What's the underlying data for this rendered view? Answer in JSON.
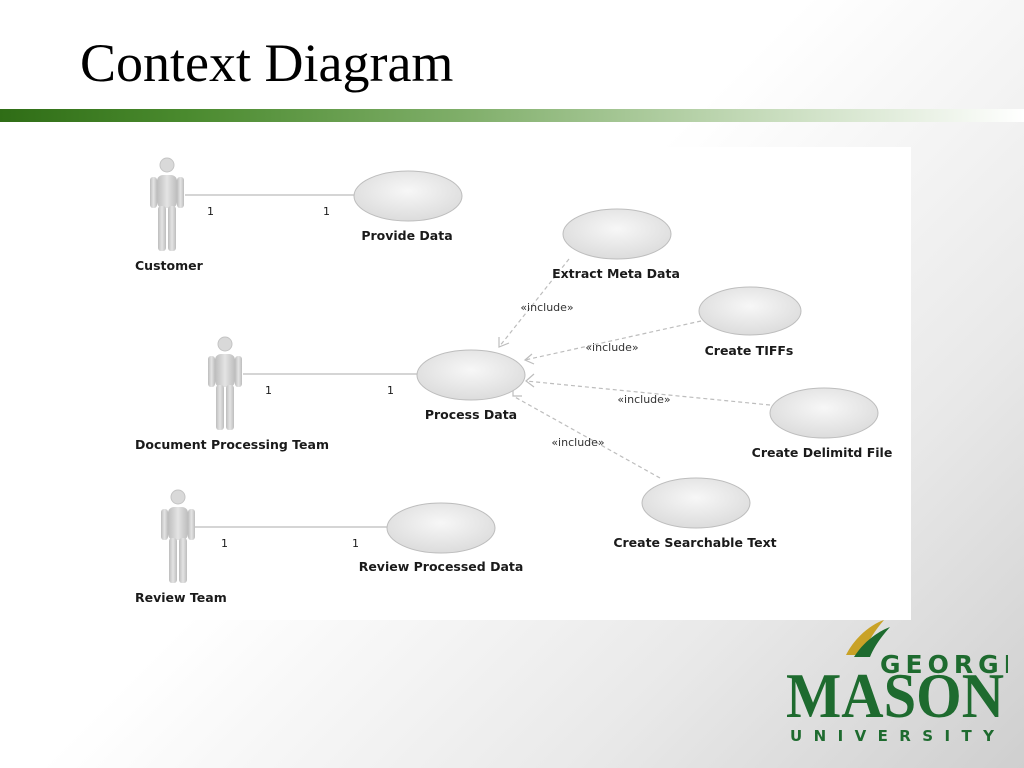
{
  "slide": {
    "title": "Context Diagram"
  },
  "diagram": {
    "actors": [
      {
        "id": "customer",
        "label": "Customer"
      },
      {
        "id": "doc-team",
        "label": "Document Processing Team"
      },
      {
        "id": "review-team",
        "label": "Review Team"
      }
    ],
    "use_cases": [
      {
        "id": "provide-data",
        "label": "Provide Data"
      },
      {
        "id": "extract-meta",
        "label": "Extract Meta Data"
      },
      {
        "id": "create-tiffs",
        "label": "Create TIFFs"
      },
      {
        "id": "process-data",
        "label": "Process Data"
      },
      {
        "id": "create-delimited",
        "label": "Create Delimitd File"
      },
      {
        "id": "create-searchable",
        "label": "Create Searchable Text"
      },
      {
        "id": "review-processed",
        "label": "Review Processed Data"
      }
    ],
    "associations": [
      {
        "actor": "customer",
        "use_case": "provide-data",
        "actor_multiplicity": "1",
        "use_case_multiplicity": "1"
      },
      {
        "actor": "doc-team",
        "use_case": "process-data",
        "actor_multiplicity": "1",
        "use_case_multiplicity": "1"
      },
      {
        "actor": "review-team",
        "use_case": "review-processed",
        "actor_multiplicity": "1",
        "use_case_multiplicity": "1"
      }
    ],
    "includes": [
      {
        "from": "extract-meta",
        "to": "process-data",
        "label": "«include»"
      },
      {
        "from": "create-tiffs",
        "to": "process-data",
        "label": "«include»"
      },
      {
        "from": "create-delimited",
        "to": "process-data",
        "label": "«include»"
      },
      {
        "from": "create-searchable",
        "to": "process-data",
        "label": "«include»"
      }
    ],
    "colors": {
      "ellipse_fill": "#e6e6e6",
      "ellipse_stroke": "#b5b5b5",
      "actor_fill": "#d6d6d6",
      "line": "#b9b9b9",
      "dashed_line": "#b9b9b9"
    }
  },
  "logo": {
    "line1": "GEORGE",
    "line2": "MASON",
    "line3": "UNIVERSITY",
    "color": "#1e6b2f",
    "accent_color": "#c9a227"
  }
}
